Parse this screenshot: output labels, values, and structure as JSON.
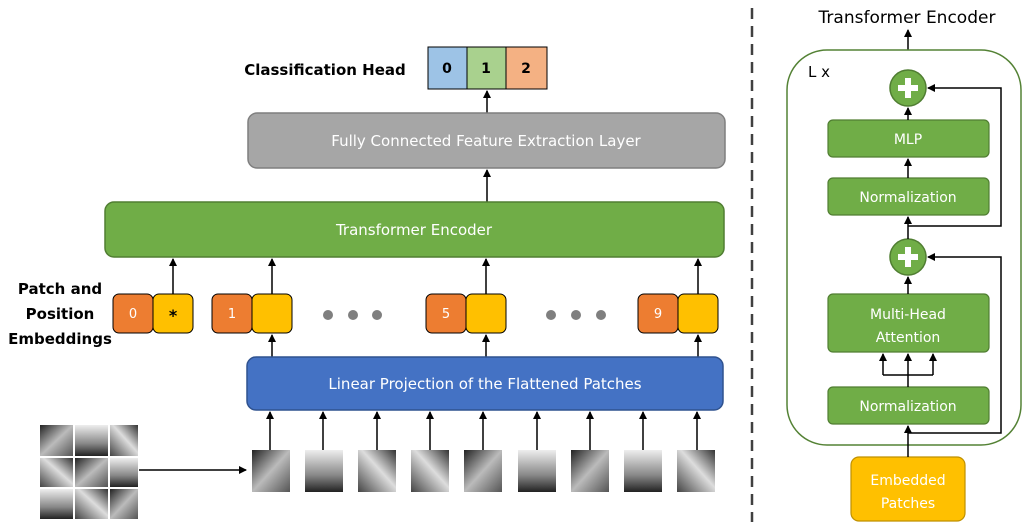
{
  "classification_head": {
    "label": "Classification Head",
    "classes": [
      {
        "text": "0",
        "color": "#9dc3e6"
      },
      {
        "text": "1",
        "color": "#a9d18e"
      },
      {
        "text": "2",
        "color": "#f4b183"
      }
    ]
  },
  "fc_layer": {
    "label": "Fully Connected Feature Extraction Layer",
    "color": "#a6a6a6"
  },
  "transformer_main": {
    "label": "Transformer Encoder",
    "color": "#70ad47"
  },
  "embeddings_title": {
    "line1": "Patch and",
    "line2": "Position",
    "line3": "Embeddings"
  },
  "tokens": [
    {
      "pos": "0",
      "patch": "*"
    },
    {
      "pos": "1",
      "patch": ""
    },
    {
      "pos": "5",
      "patch": ""
    },
    {
      "pos": "9",
      "patch": ""
    }
  ],
  "projection": {
    "label": "Linear Projection of the Flattened Patches",
    "color": "#4472c4"
  },
  "encoder_detail": {
    "title": "Transformer Encoder",
    "repeat": "L x",
    "mlp": "MLP",
    "norm_top": "Normalization",
    "attention_line1": "Multi-Head",
    "attention_line2": "Attention",
    "norm_bottom": "Normalization",
    "input_line1": "Embedded",
    "input_line2": "Patches",
    "add_icon": "plus-circle-icon"
  },
  "colors": {
    "orange": "#ed7d31",
    "yellow": "#ffc000",
    "green": "#70ad47",
    "green_dark": "#507e32",
    "blue_dark": "#2f528f"
  }
}
